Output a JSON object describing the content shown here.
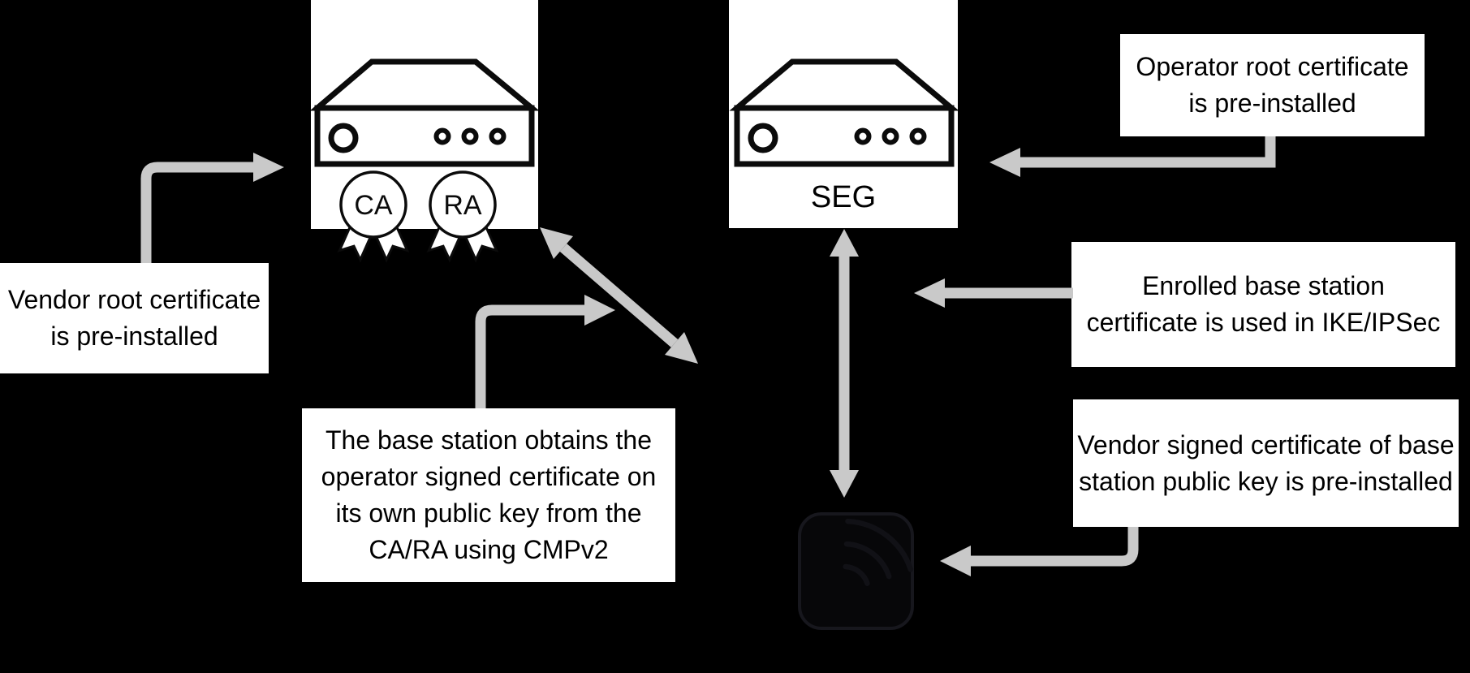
{
  "diagram": {
    "colors": {
      "background": "#000000",
      "panel": "#ffffff",
      "arrow": "#c9c9c9",
      "text": "#000000"
    },
    "nodes": {
      "ca_ra_server": {
        "icon": "server-icon",
        "badges": [
          {
            "icon": "certificate-badge-icon",
            "label": "CA"
          },
          {
            "icon": "certificate-badge-icon",
            "label": "RA"
          }
        ]
      },
      "seg_server": {
        "icon": "server-icon",
        "label": "SEG"
      },
      "base_station": {
        "icon": "base-station-icon"
      }
    },
    "notes": {
      "vendor_root": {
        "text": "Vendor root certificate is pre-installed",
        "lines": [
          "Vendor root certificate",
          "is pre-installed"
        ]
      },
      "operator_root": {
        "text": "Operator root certificate is pre-installed",
        "lines": [
          "Operator root certificate",
          "is pre-installed"
        ]
      },
      "enrolled": {
        "text": "Enrolled base station certificate is used in IKE/IPSec",
        "lines": [
          "Enrolled base station",
          "certificate is used in IKE/IPSec"
        ]
      },
      "vendor_signed": {
        "text": "Vendor signed certificate of base station public key is pre-installed",
        "lines": [
          "Vendor signed certificate of base",
          "station public key is pre-installed"
        ]
      },
      "cmpv2": {
        "text": "The base station obtains the operator signed certificate on its own public key from the CA/RA using CMPv2",
        "lines": [
          "The base station obtains the",
          "operator signed certificate on",
          "its own public key from the",
          "CA/RA using CMPv2"
        ]
      }
    },
    "arrows": [
      {
        "name": "vendor-root-to-ca-server-arrow",
        "direction": "right"
      },
      {
        "name": "operator-root-to-seg-arrow",
        "direction": "left"
      },
      {
        "name": "ca-ra-base-station-double-arrow",
        "direction": "both"
      },
      {
        "name": "cmpv2-enrollment-arrow",
        "direction": "right"
      },
      {
        "name": "seg-base-station-double-arrow",
        "direction": "both"
      },
      {
        "name": "enrolled-cert-to-seg-link-arrow",
        "direction": "left"
      },
      {
        "name": "vendor-signed-to-base-station-arrow",
        "direction": "left"
      }
    ]
  }
}
